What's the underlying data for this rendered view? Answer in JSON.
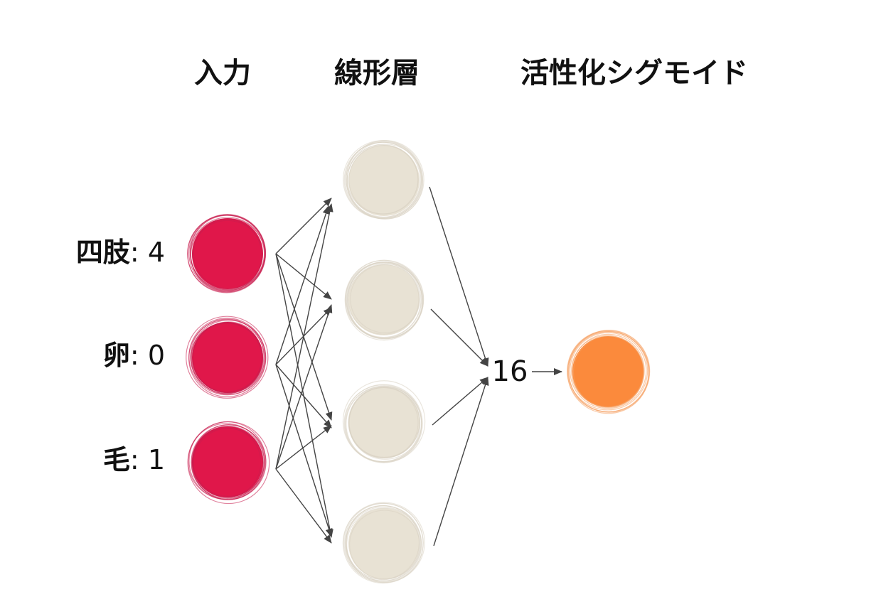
{
  "headers": {
    "input": "入力",
    "linear": "線形層",
    "activation": "活性化シグモイド"
  },
  "inputs": [
    {
      "key": "四肢",
      "sep": ": ",
      "value": "4"
    },
    {
      "key": "卵",
      "sep": ": ",
      "value": "0"
    },
    {
      "key": "毛",
      "sep": ": ",
      "value": "1"
    }
  ],
  "linear_node_count": 4,
  "sum_value": "16",
  "colors": {
    "input_node": "#e0174a",
    "input_ring": "#c81d4e",
    "hidden_node": "#e8e2d4",
    "hidden_ring": "#d9d2c2",
    "output_node": "#fb8a3c",
    "output_ring": "#f6a163",
    "edge": "#444444"
  }
}
